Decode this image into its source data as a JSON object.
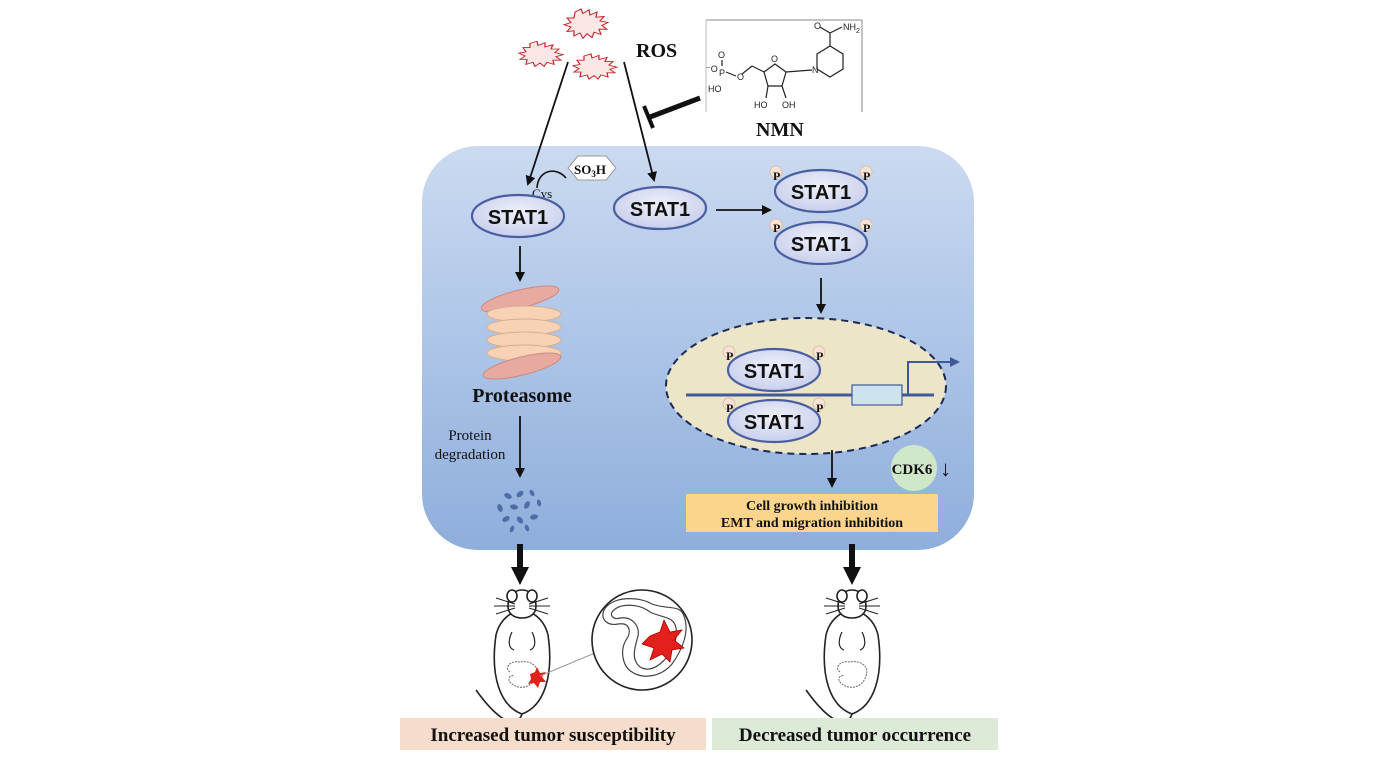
{
  "labels": {
    "ros": "ROS",
    "nmn": "NMN",
    "so3h": "SO",
    "so3h_sub": "3",
    "so3h_end": "H",
    "cys": "Cys",
    "stat1": "STAT1",
    "p": "P",
    "proteasome": "Proteasome",
    "protein_degradation_1": "Protein",
    "protein_degradation_2": "degradation",
    "cdk6": "CDK6",
    "down_arrow": "↓",
    "cell_growth": "Cell growth inhibition",
    "emt": "EMT and migration inhibition",
    "increased": "Increased tumor susceptibility",
    "decreased": "Decreased tumor occurrence"
  },
  "molecule": {
    "nh2": "NH",
    "nh2_sub": "2",
    "o": "O",
    "p": "P",
    "ho": "HO",
    "oh": "OH",
    "nplus": "N"
  },
  "colors": {
    "cell_top": "#c9d8ee",
    "cell_bottom": "#8fb0dc",
    "stat_fill": "#d9def3",
    "stat_stroke": "#4a5ea0",
    "nucleus": "#ece5c9",
    "ros": "#c0262a",
    "proteasome_pink": "#e8a9a0",
    "proteasome_peach": "#f7d2b5",
    "cdk6": "#cfe6c9",
    "banner": "#fbd48d",
    "increased_bg": "#f6ddcb",
    "decreased_bg": "#dcebd7",
    "fragment": "#4c6da8",
    "tumor": "#e3201b"
  }
}
